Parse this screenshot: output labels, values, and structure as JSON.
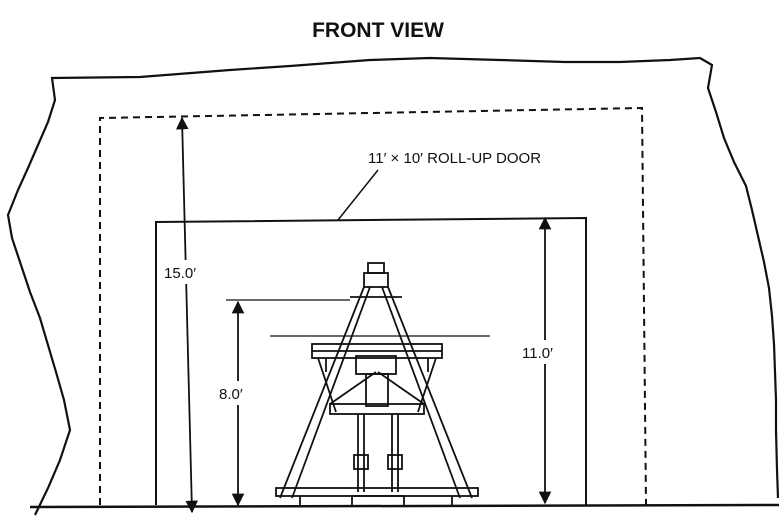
{
  "title": "FRONT VIEW",
  "door_label": "11′ × 10′ ROLL-UP DOOR",
  "dimensions": {
    "outer_height": "15.0′",
    "door_height": "11.0′",
    "platform_height": "8.0′"
  }
}
